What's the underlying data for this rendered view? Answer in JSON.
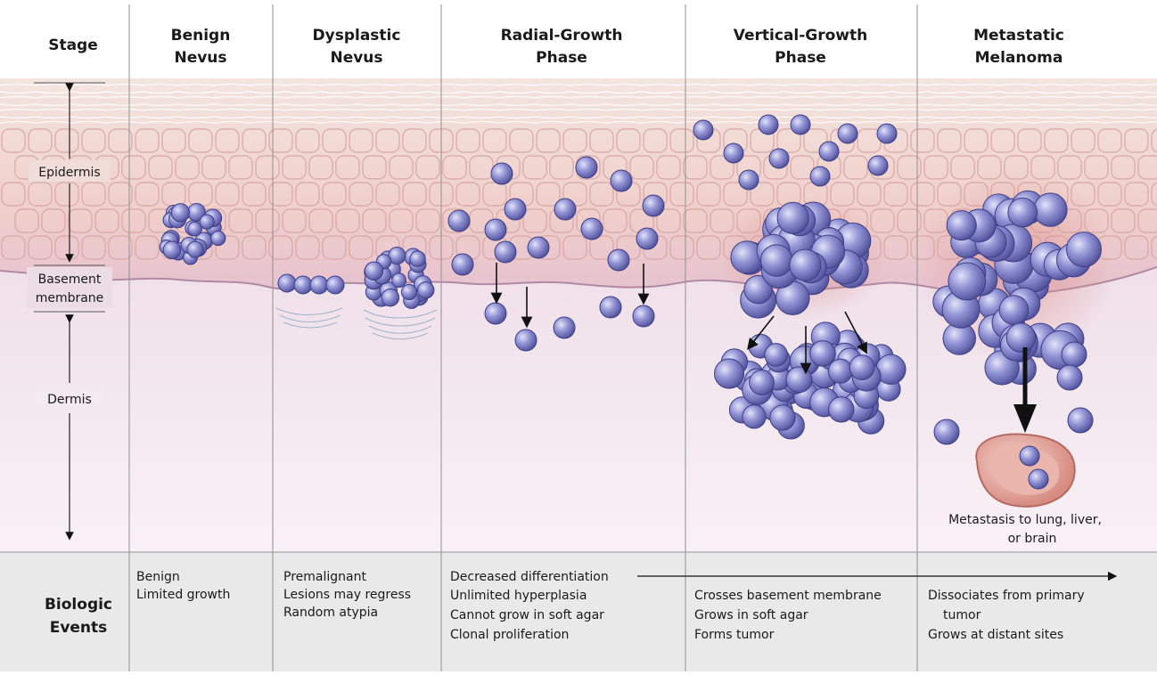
{
  "header": {
    "stage_label": "Stage",
    "columns": [
      {
        "line1": "Benign",
        "line2": "Nevus"
      },
      {
        "line1": "Dysplastic",
        "line2": "Nevus"
      },
      {
        "line1": "Radial-Growth",
        "line2": "Phase"
      },
      {
        "line1": "Vertical-Growth",
        "line2": "Phase"
      },
      {
        "line1": "Metastatic",
        "line2": "Melanoma"
      }
    ]
  },
  "layers": {
    "epidermis": "Epidermis",
    "basement_line1": "Basement",
    "basement_line2": "membrane",
    "dermis": "Dermis"
  },
  "metastasis_note": {
    "line1": "Metastasis to lung, liver,",
    "line2": "or brain"
  },
  "events": {
    "label_line1": "Biologic",
    "label_line2": "Events",
    "benign": [
      "Benign",
      "Limited growth"
    ],
    "dysplastic": [
      "Premalignant",
      "Lesions may regress",
      "Random atypia"
    ],
    "radial": [
      "Decreased differentiation",
      "Unlimited  hyperplasia",
      "Cannot grow in soft agar",
      "Clonal proliferation"
    ],
    "vertical": [
      "Crosses basement membrane",
      "Grows in soft agar",
      "Forms tumor"
    ],
    "metastatic": [
      "Dissociates from primary",
      "tumor",
      "Grows at distant sites"
    ]
  },
  "colors": {
    "skin_top": "#efd9d4",
    "skin_cells": "#f1cfcb",
    "dermis": "#f1e6ee",
    "cell_fill": "#7f80c8",
    "cell_stroke": "#3e3f86",
    "events_band": "#e9e9e9",
    "divider": "#8f8f8f"
  }
}
